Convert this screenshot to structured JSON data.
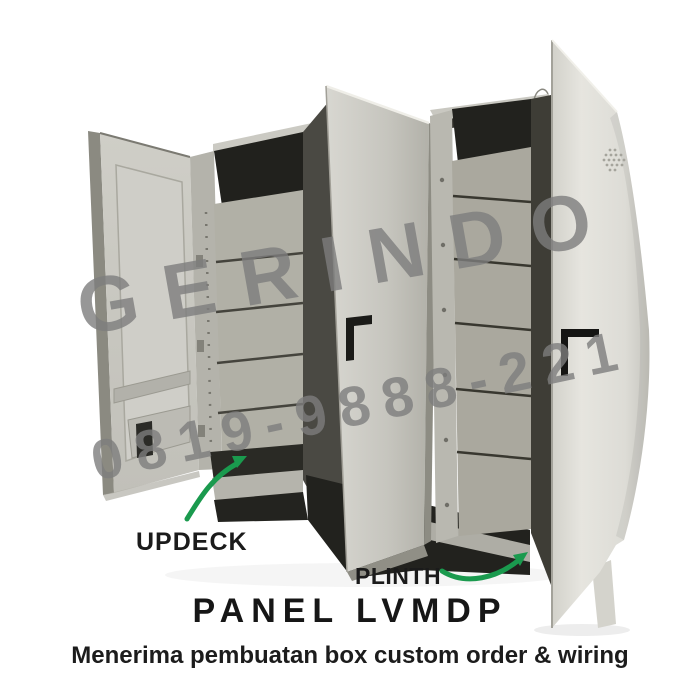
{
  "image": {
    "type": "product-photo",
    "subject": "Three-door LVMDP electrical panel cabinet with doors open showing interior blanking panels",
    "background": "#ffffff"
  },
  "watermark": {
    "brand": "GERINDO",
    "phone": "0819-9888-221",
    "color": "#9a9a9a"
  },
  "callouts": {
    "updeck_label": "UPDECK",
    "plinth_label": "PLINTH",
    "arrow_color": "#1a9a4e"
  },
  "caption": {
    "title": "PANEL LVMDP",
    "subtitle": "Menerima pembuatan box custom order & wiring",
    "text_color": "#1b1b1b"
  },
  "cabinet_colors": {
    "body": "#d2d1ca",
    "door_bright": "#e4e3dd",
    "interior_panels": "#aeaca2",
    "dark_recess": "#22221e",
    "handle": "#1b1b18"
  }
}
